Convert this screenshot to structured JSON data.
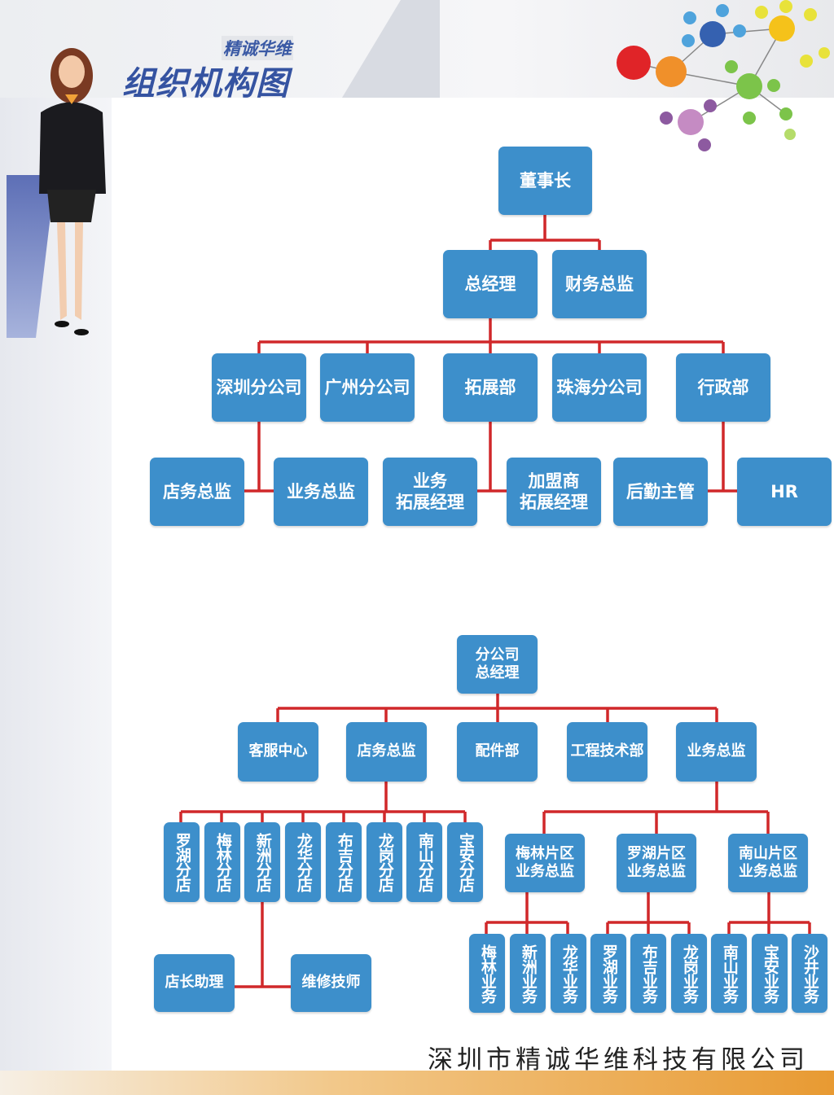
{
  "header": {
    "brand": "精诚华维",
    "title": "组织机构图"
  },
  "chart1": {
    "chairman": "董事长",
    "gm": "总经理",
    "finance": "财务总监",
    "depts": [
      "深圳分公司",
      "广州分公司",
      "拓展部",
      "珠海分公司",
      "行政部"
    ],
    "sub": [
      "店务总监",
      "业务总监",
      "业务\n拓展经理",
      "加盟商\n拓展经理",
      "后勤主管",
      "HR"
    ]
  },
  "chart2": {
    "branch_gm": "分公司\n总经理",
    "depts": [
      "客服中心",
      "店务总监",
      "配件部",
      "工程技术部",
      "业务总监"
    ],
    "stores": [
      "罗湖分店",
      "梅林分店",
      "新洲分店",
      "龙华分店",
      "布吉分店",
      "龙岗分店",
      "南山分店",
      "宝安分店"
    ],
    "store_staff": [
      "店长助理",
      "维修技师"
    ],
    "regions": [
      "梅林片区\n业务总监",
      "罗湖片区\n业务总监",
      "南山片区\n业务总监"
    ],
    "business": [
      "梅林业务",
      "新洲业务",
      "龙华业务",
      "罗湖业务",
      "布吉业务",
      "龙岗业务",
      "南山业务",
      "宝安业务",
      "沙井业务"
    ]
  },
  "footer": {
    "company": "深圳市精诚华维科技有限公司"
  },
  "colors": {
    "box": "#3d8fcb",
    "line": "#d0282a"
  }
}
